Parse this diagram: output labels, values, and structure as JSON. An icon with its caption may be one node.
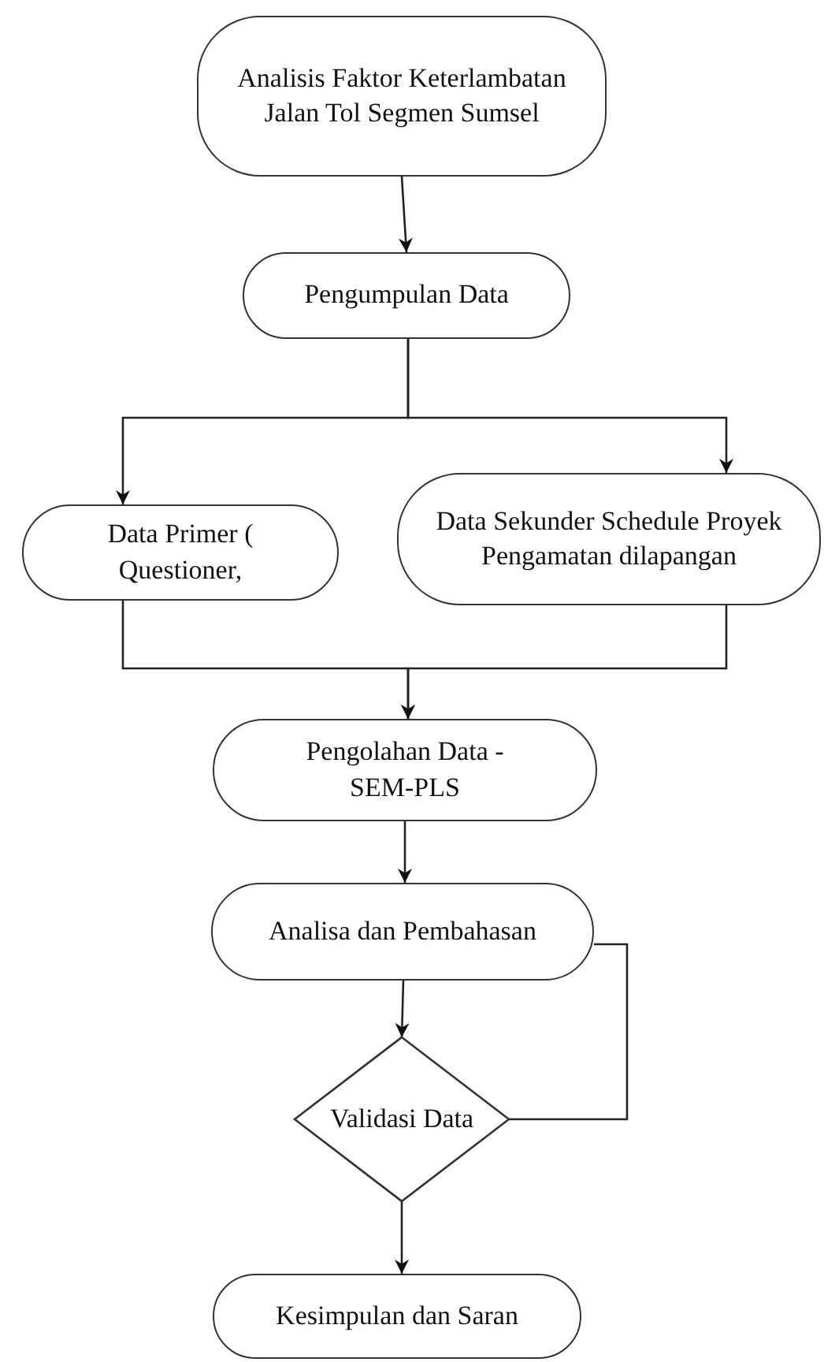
{
  "diagram": {
    "nodes": [
      {
        "text": [
          "Analisis Faktor Keterlambatan Jalan Tol Segmen Sumsel"
        ]
      },
      {
        "text": [
          "Pengumpulan Data"
        ]
      },
      {
        "text": [
          "Data Primer ( Questioner,"
        ]
      },
      {
        "text": [
          "Data Sekunder Schedule Proyek Pengamatan dilapangan"
        ]
      },
      {
        "text": [
          "Pengolahan Data - SEM-PLS"
        ]
      },
      {
        "text": [
          "Analisa dan Pembahasan"
        ]
      },
      {
        "text": [
          "Validasi Data"
        ]
      },
      {
        "text": [
          "Kesimpulan dan Saran"
        ]
      }
    ],
    "edges": [
      {
        "from": 0,
        "to": 1,
        "arrow": "to"
      },
      {
        "from": 1,
        "to": 2,
        "arrow": "to"
      },
      {
        "from": 1,
        "to": 3,
        "arrow": "to"
      },
      {
        "from": 2,
        "to": 4,
        "arrow": "to"
      },
      {
        "from": 3,
        "to": 4,
        "arrow": "to"
      },
      {
        "from": 4,
        "to": 5,
        "arrow": "to"
      },
      {
        "from": 5,
        "to": 6,
        "arrow": "to"
      },
      {
        "from": 5,
        "to": 6,
        "arrow": "none"
      },
      {
        "from": 6,
        "to": 7,
        "arrow": "to"
      }
    ]
  }
}
